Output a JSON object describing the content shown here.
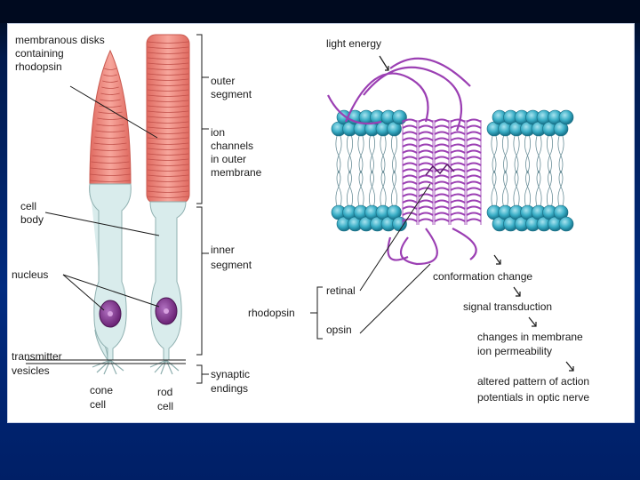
{
  "left_diagram": {
    "label_disks_1": "membranous disks",
    "label_disks_2": "containing",
    "label_disks_3": "rhodopsin",
    "label_cell_body_1": "cell",
    "label_cell_body_2": "body",
    "label_nucleus": "nucleus",
    "label_transmitter_1": "transmitter",
    "label_transmitter_2": "vesicles",
    "label_cone_1": "cone",
    "label_cone_2": "cell",
    "label_rod_1": "rod",
    "label_rod_2": "cell",
    "label_outer_1": "outer",
    "label_outer_2": "segment",
    "label_ion_1": "ion",
    "label_ion_2": "channels",
    "label_ion_3": "in outer",
    "label_ion_4": "membrane",
    "label_inner_1": "inner",
    "label_inner_2": "segment",
    "label_synaptic_1": "synaptic",
    "label_synaptic_2": "endings"
  },
  "right_diagram": {
    "label_light": "light energy",
    "label_rhodopsin": "rhodopsin",
    "label_retinal": "retinal",
    "label_opsin": "opsin",
    "step_1": "conformation change",
    "step_2": "signal transduction",
    "step_3_line1": "changes in membrane",
    "step_3_line2": "ion permeability",
    "step_4_line1": "altered pattern of action",
    "step_4_line2": "potentials in optic nerve"
  },
  "colors": {
    "disk_pink": "#f28b80",
    "cell_body": "#d9ecec",
    "nucleus": "#8b3a8f",
    "membrane_head": "#3aaec6",
    "protein": "#9b3fb3",
    "background": "#002b80"
  }
}
